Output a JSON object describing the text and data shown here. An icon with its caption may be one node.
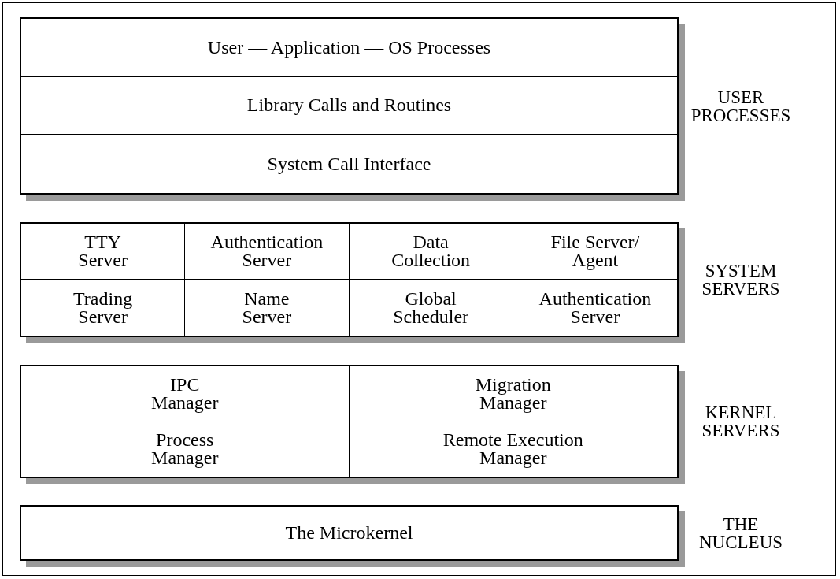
{
  "diagram": {
    "nodes": [
      {
        "text": [],
        "shape": "box",
        "beside": [
          "USER PROCESSES"
        ]
      },
      {
        "text": [
          "User — Application — OS Processes"
        ],
        "in": 0
      },
      {
        "text": [
          "Library Calls and Routines"
        ],
        "in": 0
      },
      {
        "text": [
          "System Call Interface"
        ],
        "in": 0
      },
      {
        "text": [],
        "shape": "box",
        "beside": [
          "SYSTEM SERVERS"
        ]
      },
      {
        "text": [
          "TTY Server"
        ],
        "in": 4
      },
      {
        "text": [
          "Authentication Server"
        ],
        "in": 4
      },
      {
        "text": [
          "Data Collection"
        ],
        "in": 4
      },
      {
        "text": [
          "File Server/ Agent"
        ],
        "in": 4
      },
      {
        "text": [
          "Trading Server"
        ],
        "in": 4
      },
      {
        "text": [
          "Name Server"
        ],
        "in": 4
      },
      {
        "text": [
          "Global Scheduler"
        ],
        "in": 4
      },
      {
        "text": [
          "Authentication Server"
        ],
        "in": 4
      },
      {
        "text": [],
        "shape": "box",
        "beside": [
          "KERNEL SERVERS"
        ]
      },
      {
        "text": [
          "IPC Manager"
        ],
        "in": 13
      },
      {
        "text": [
          "Migration Manager"
        ],
        "in": 13
      },
      {
        "text": [
          "Process Manager"
        ],
        "in": 13
      },
      {
        "text": [
          "Remote Execution Manager"
        ],
        "in": 13
      },
      {
        "text": [],
        "shape": "box",
        "beside": [
          "THE NUCLEUS"
        ]
      },
      {
        "text": [
          "The Microkernel"
        ],
        "in": 18
      }
    ],
    "edges": []
  }
}
